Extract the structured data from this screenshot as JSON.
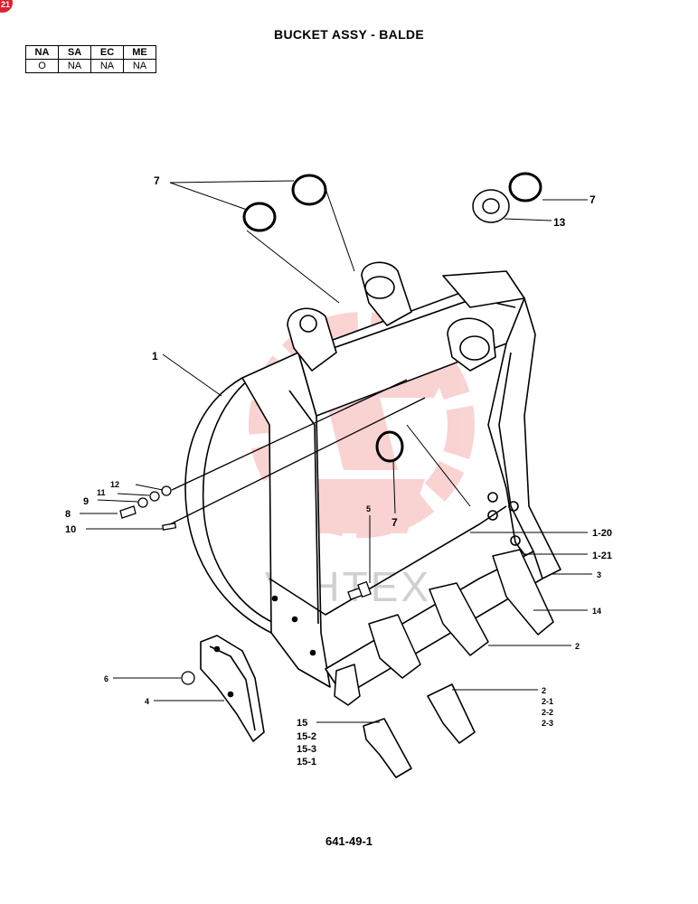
{
  "title": "BUCKET ASSY - BALDE",
  "page_number": "641-49-1",
  "corner_badge": "21",
  "market_codes": {
    "headers": [
      "NA",
      "SA",
      "EC",
      "ME"
    ],
    "values": [
      "O",
      "NA",
      "NA",
      "NA"
    ]
  },
  "watermark": {
    "text": "VIHTEX",
    "color": "#e53935"
  },
  "callouts": {
    "c1": "1",
    "c7a": "7",
    "c7b": "7",
    "c7c": "7",
    "c13": "13",
    "c12": "12",
    "c11": "11",
    "c9": "9",
    "c8": "8",
    "c10": "10",
    "c5": "5",
    "c1_20": "1-20",
    "c1_21": "1-21",
    "c3": "3",
    "c14": "14",
    "c2a": "2",
    "c6": "6",
    "c4": "4",
    "c2b": "2",
    "c2_1": "2-1",
    "c2_2": "2-2",
    "c2_3": "2-3",
    "c15": "15",
    "c15_2": "15-2",
    "c15_3": "15-3",
    "c15_1": "15-1"
  }
}
